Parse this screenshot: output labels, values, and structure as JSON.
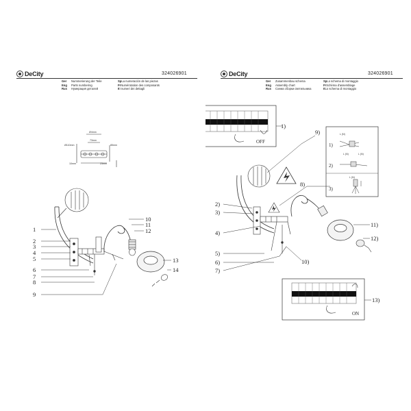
{
  "brand": {
    "name": "DeCity"
  },
  "left_page": {
    "code": "324026901",
    "languages": [
      {
        "code": "Ger",
        "text": "Nummerierung der Teile"
      },
      {
        "code": "Eng",
        "text": "Parts numbering"
      },
      {
        "code": "Rus",
        "text": "Нумерация деталей"
      }
    ],
    "languages_col2": [
      {
        "code": "Sp",
        "text": "La numeración de las piezas"
      },
      {
        "code": "Fr",
        "text": "Numérotation des composants"
      },
      {
        "code": "It",
        "text": "I numeri dei dettagli"
      }
    ],
    "dimensions": [
      "Ø4mm",
      "Ø110mm",
      "73mm",
      "85mm",
      "10mm",
      "23mm"
    ],
    "callouts": [
      "1",
      "2",
      "3",
      "4",
      "5",
      "6",
      "7",
      "8",
      "9",
      "10",
      "11",
      "12",
      "13",
      "14"
    ]
  },
  "right_page": {
    "code": "324026901",
    "languages": [
      {
        "code": "Ger",
        "text": "Zusammenbau schema"
      },
      {
        "code": "Eng",
        "text": "Assembly chart"
      },
      {
        "code": "Rus",
        "text": "Схема сборки светильника"
      }
    ],
    "languages_col2": [
      {
        "code": "Sp",
        "text": "Lo schema di montaggio"
      },
      {
        "code": "Fr",
        "text": "Schéma d'assemblage"
      },
      {
        "code": "It",
        "text": "Lo schema di montaggio"
      }
    ],
    "switch_off_label": "OFF",
    "switch_on_label": "ON",
    "wiring_labels": [
      "L (N)",
      "L (N)",
      "L (N)",
      "L (N)"
    ],
    "wiring_steps": [
      "1)",
      "2)",
      "3)"
    ],
    "callouts": [
      "1)",
      "2)",
      "3)",
      "4)",
      "5)",
      "6)",
      "7)",
      "8)",
      "9)",
      "10)",
      "11)",
      "12)",
      "13)"
    ]
  }
}
